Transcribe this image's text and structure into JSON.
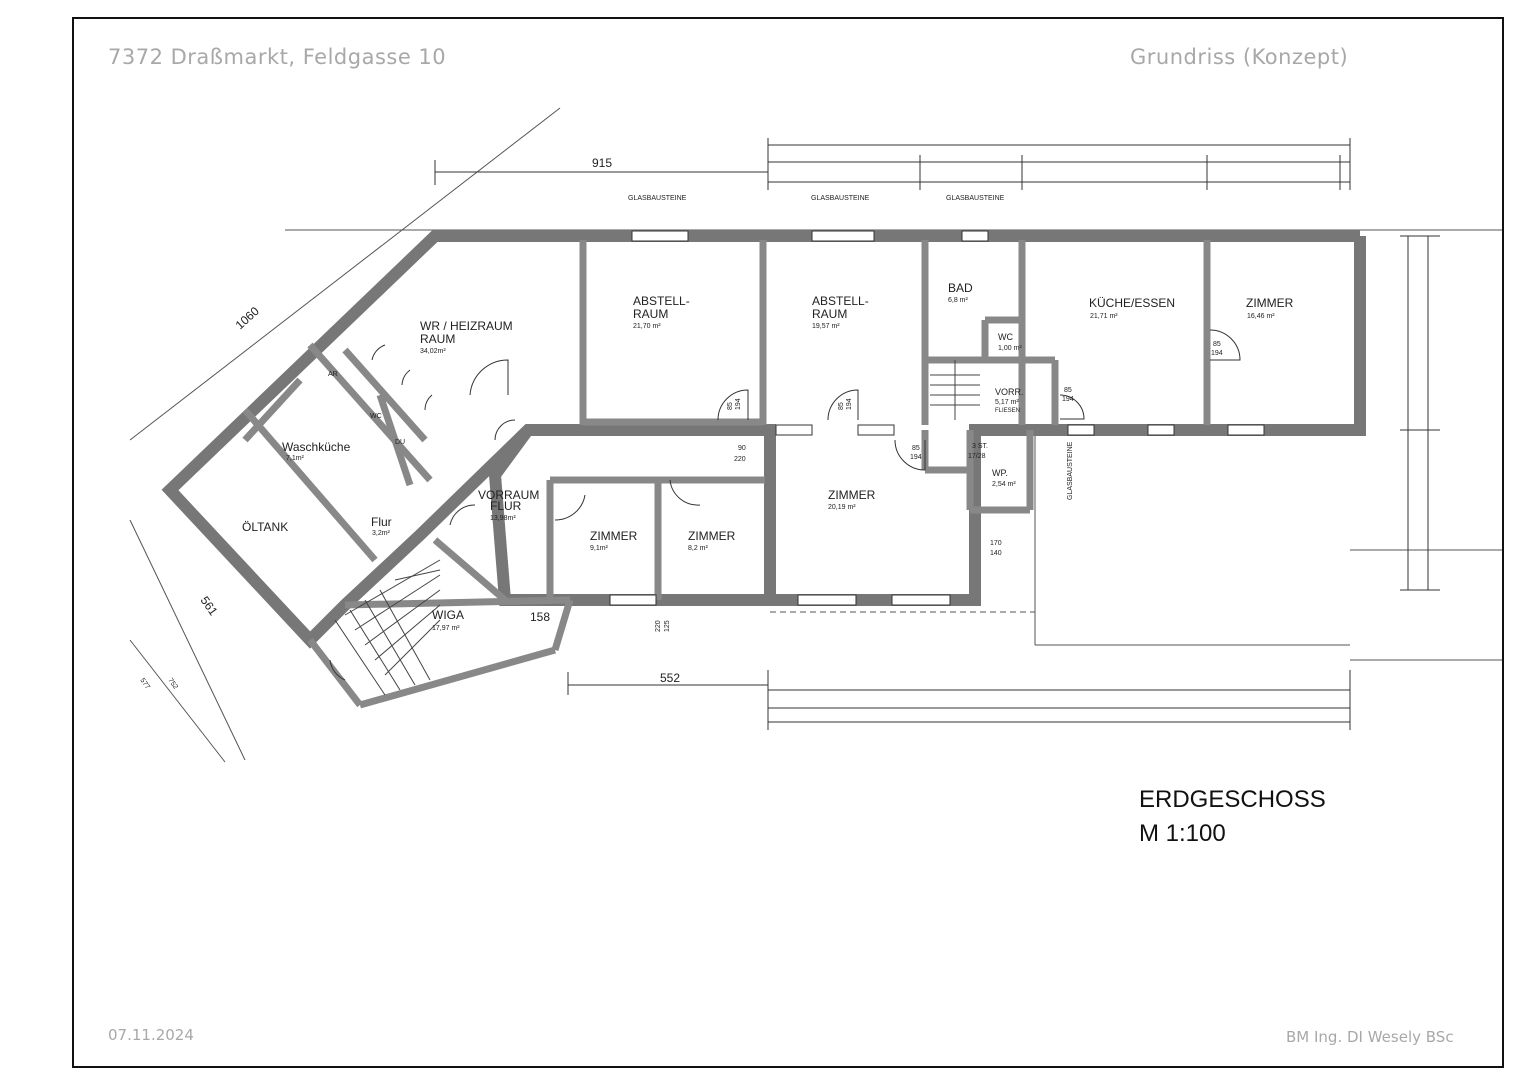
{
  "header": {
    "address": "7372 Draßmarkt, Feldgasse 10",
    "plan_type": "Grundriss (Konzept)"
  },
  "title": {
    "floor": "ERDGESCHOSS",
    "scale": "M 1:100"
  },
  "footer": {
    "date": "07.11.2024",
    "author": "BM Ing. DI Wesely BSc"
  },
  "rooms": {
    "wr_heizraum": {
      "name1": "WR / HEIZRAUM",
      "name2": "RAUM",
      "area": "34,02m²"
    },
    "ar": {
      "name": "AR"
    },
    "wc_small": {
      "name": "WC"
    },
    "du": {
      "name": "DU"
    },
    "waschkueche": {
      "name": "Waschküche",
      "area": "7,1m²"
    },
    "oeltank": {
      "name": "ÖLTANK"
    },
    "flur_small": {
      "name": "Flur",
      "area": "3,2m²"
    },
    "abstell1": {
      "name1": "ABSTELL-",
      "name2": "RAUM",
      "area": "21,70 m²"
    },
    "abstell2": {
      "name1": "ABSTELL-",
      "name2": "RAUM",
      "area": "19,57 m²"
    },
    "bad": {
      "name": "BAD",
      "area": "6,8 m²"
    },
    "wc": {
      "name": "WC",
      "area": "1,00 m²"
    },
    "vorr": {
      "name": "VORR.",
      "area": "5,17 m²",
      "note": "FLIESEN"
    },
    "kueche": {
      "name": "KÜCHE/ESSEN",
      "area": "21,71 m²"
    },
    "zimmer_east": {
      "name": "ZIMMER",
      "area": "16,46 m²"
    },
    "vorraum_flur": {
      "name1": "VORRAUM",
      "name2": "FLUR",
      "area": "13,98m²"
    },
    "zimmer_a": {
      "name": "ZIMMER",
      "area": "9,1m²"
    },
    "zimmer_b": {
      "name": "ZIMMER",
      "area": "8,2 m²"
    },
    "zimmer_c": {
      "name": "ZIMMER",
      "area": "20,19 m²"
    },
    "wp": {
      "name": "WP.",
      "area": "2,54 m²"
    },
    "wiga": {
      "name": "WIGA",
      "area": "17,97 m²"
    }
  },
  "labels": {
    "glas1": "GLASBAUSTEINE",
    "glas2": "GLASBAUSTEINE",
    "glas3": "GLASBAUSTEINE",
    "glas4": "GLASBAUSTEINE"
  },
  "dimensions": {
    "d915": "915",
    "d1060": "1060",
    "d552": "552",
    "d158": "158",
    "d561": "561",
    "d577": "577",
    "d752": "752",
    "d3stt": "3 ST.",
    "d17": "17/28",
    "d90": "90",
    "d220": "220",
    "d170": "170",
    "d140": "140",
    "d220b": "220",
    "d125": "125",
    "d85a": "85",
    "d194a": "194",
    "d85b": "85",
    "d194b": "194",
    "d85c": "85",
    "d194c": "194",
    "d85d": "85",
    "d194d": "194",
    "d85e": "85",
    "d194e": "194"
  }
}
